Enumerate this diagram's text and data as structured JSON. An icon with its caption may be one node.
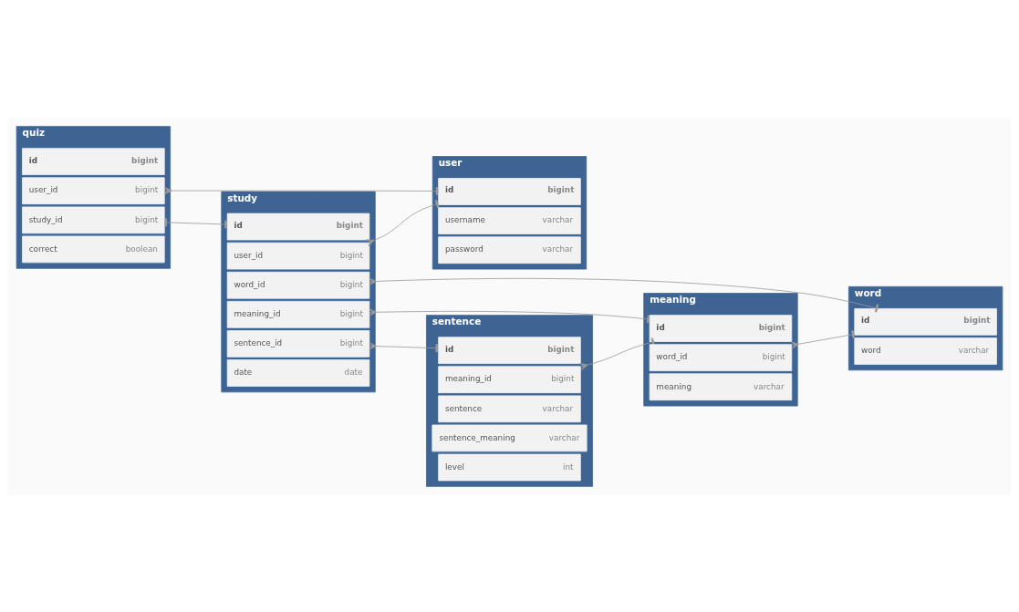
{
  "diagram": {
    "nodes": [
      {
        "text": [
          "study"
        ]
      },
      {
        "text": [
          "id",
          "bigint"
        ],
        "in": 0
      },
      {
        "text": [
          "user_id",
          "bigint"
        ],
        "in": 0
      },
      {
        "text": [
          "word_id",
          "bigint"
        ],
        "in": 0
      },
      {
        "text": [
          "meaning_id",
          "bigint"
        ],
        "in": 0
      },
      {
        "text": [
          "sentence_id",
          "bigint"
        ],
        "in": 0
      },
      {
        "text": [
          "date",
          "date"
        ],
        "in": 0
      },
      {
        "text": [
          "word"
        ]
      },
      {
        "text": [
          "id",
          "bigint"
        ],
        "in": 7
      },
      {
        "text": [
          "word",
          "varchar"
        ],
        "in": 7
      },
      {
        "text": [
          "sentence"
        ]
      },
      {
        "text": [
          "id",
          "bigint"
        ],
        "in": 10
      },
      {
        "text": [
          "meaning_id",
          "bigint"
        ],
        "in": 10
      },
      {
        "text": [
          "sentence",
          "varchar"
        ],
        "in": 10
      },
      {
        "text": [
          "sentence_meaning",
          "varchar"
        ],
        "in": 10
      },
      {
        "text": [
          "level",
          "int"
        ],
        "in": 10
      },
      {
        "text": [
          "meaning"
        ]
      },
      {
        "text": [
          "id",
          "bigint"
        ],
        "in": 16
      },
      {
        "text": [
          "word_id",
          "bigint"
        ],
        "in": 16
      },
      {
        "text": [
          "meaning",
          "varchar"
        ],
        "in": 16
      },
      {
        "text": [
          "user"
        ]
      },
      {
        "text": [
          "id",
          "bigint"
        ],
        "in": 20
      },
      {
        "text": [
          "username",
          "varchar"
        ],
        "in": 20
      },
      {
        "text": [
          "password",
          "varchar"
        ],
        "in": 20
      },
      {
        "text": [
          "quiz"
        ]
      },
      {
        "text": [
          "id",
          "bigint"
        ],
        "in": 24
      },
      {
        "text": [
          "study_id",
          "bigint"
        ],
        "in": 24
      },
      {
        "text": [
          "user_id",
          "bigint"
        ],
        "in": 24
      },
      {
        "text": [
          "correct",
          "boolean"
        ],
        "in": 24
      }
    ],
    "edges": [
      {
        "from": 2,
        "to": 21,
        "arrow": "other"
      },
      {
        "from": 3,
        "to": 8,
        "arrow": "other"
      },
      {
        "from": 4,
        "to": 17,
        "arrow": "other"
      },
      {
        "from": 5,
        "to": 11,
        "arrow": "other"
      },
      {
        "from": 18,
        "to": 8,
        "arrow": "other"
      },
      {
        "from": 12,
        "to": 17,
        "arrow": "other"
      },
      {
        "from": 26,
        "to": 1,
        "arrow": "other"
      },
      {
        "from": 27,
        "to": 21,
        "arrow": "other"
      }
    ]
  }
}
